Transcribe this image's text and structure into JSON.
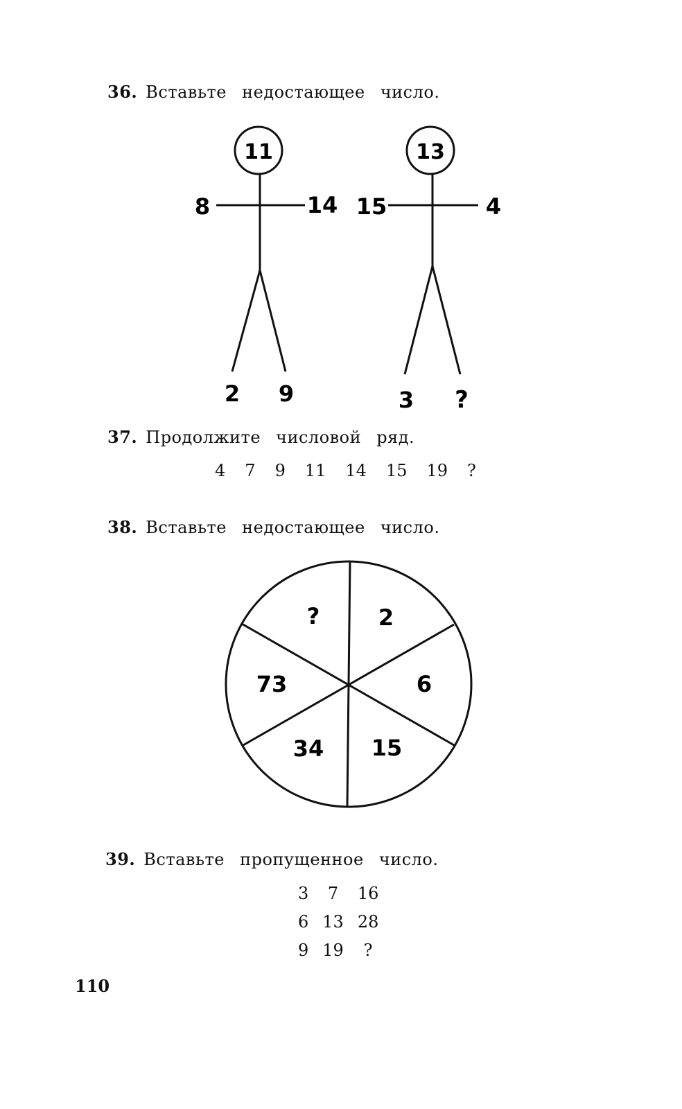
{
  "q36": {
    "number": "36.",
    "text": "Вставьте недостающее число.",
    "figures": [
      {
        "head": "11",
        "left": "8",
        "right": "14",
        "foot_left": "2",
        "foot_right": "9"
      },
      {
        "head": "13",
        "left": "15",
        "right": "4",
        "foot_left": "3",
        "foot_right": "?"
      }
    ]
  },
  "q37": {
    "number": "37.",
    "text": "Продолжите числовой ряд.",
    "series": [
      "4",
      "7",
      "9",
      "11",
      "14",
      "15",
      "19",
      "?"
    ]
  },
  "q38": {
    "number": "38.",
    "text": "Вставьте недостающее число.",
    "segments": [
      "?",
      "2",
      "6",
      "15",
      "34",
      "73"
    ]
  },
  "q39": {
    "number": "39.",
    "text": "Вставьте пропущенное число.",
    "rows": [
      [
        "3",
        "7",
        "16"
      ],
      [
        "6",
        "13",
        "28"
      ],
      [
        "9",
        "19",
        "?"
      ]
    ]
  },
  "page_number": "110"
}
